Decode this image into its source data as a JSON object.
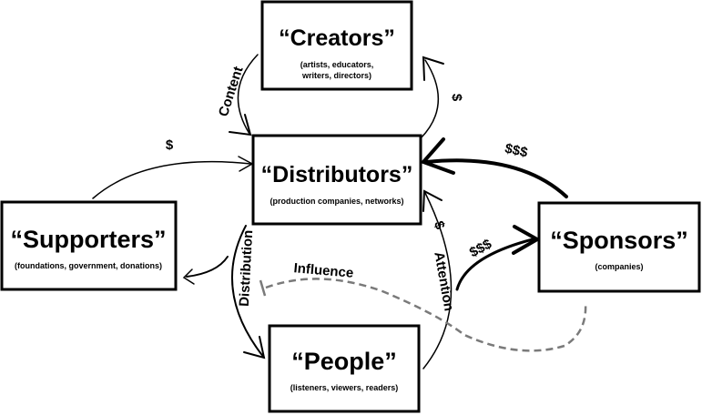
{
  "nodes": {
    "creators": {
      "title": "“Creators”",
      "sub1": "(artists, educators,",
      "sub2": "writers, directors)"
    },
    "distributors": {
      "title": "“Distributors”",
      "sub": "(production companies, networks)"
    },
    "supporters": {
      "title": "“Supporters”",
      "sub": "(foundations, government, donations)"
    },
    "sponsors": {
      "title": "“Sponsors”",
      "sub": "(companies)"
    },
    "people": {
      "title": "“People”",
      "sub": "(listeners, viewers, readers)"
    }
  },
  "edges": {
    "content": "Content",
    "creators_money": "$",
    "supporters_money": "$",
    "sponsors_money": "$$$",
    "distribution": "Distribution",
    "attention": "Attention",
    "attention_money": "$",
    "people_to_sponsors_money": "$$$",
    "influence": "Influence"
  },
  "colors": {
    "influence": "#7a7a7a"
  }
}
